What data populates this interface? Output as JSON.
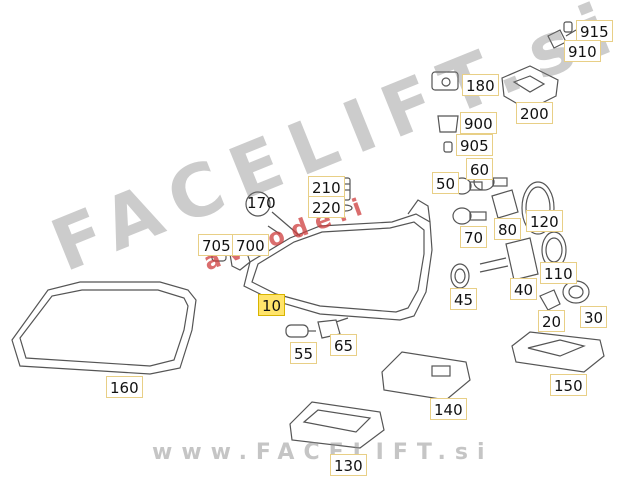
{
  "selected_part": "10",
  "callouts": [
    {
      "id": "915",
      "label": "915"
    },
    {
      "id": "910",
      "label": "910"
    },
    {
      "id": "180",
      "label": "180"
    },
    {
      "id": "200",
      "label": "200"
    },
    {
      "id": "900",
      "label": "900"
    },
    {
      "id": "905",
      "label": "905"
    },
    {
      "id": "60",
      "label": "60"
    },
    {
      "id": "50",
      "label": "50"
    },
    {
      "id": "210",
      "label": "210"
    },
    {
      "id": "220",
      "label": "220"
    },
    {
      "id": "170",
      "label": "170"
    },
    {
      "id": "80",
      "label": "80"
    },
    {
      "id": "120",
      "label": "120"
    },
    {
      "id": "70",
      "label": "70"
    },
    {
      "id": "705",
      "label": "705"
    },
    {
      "id": "700",
      "label": "700"
    },
    {
      "id": "110",
      "label": "110"
    },
    {
      "id": "40",
      "label": "40"
    },
    {
      "id": "45",
      "label": "45"
    },
    {
      "id": "10",
      "label": "10"
    },
    {
      "id": "20",
      "label": "20"
    },
    {
      "id": "30",
      "label": "30"
    },
    {
      "id": "55",
      "label": "55"
    },
    {
      "id": "65",
      "label": "65"
    },
    {
      "id": "150",
      "label": "150"
    },
    {
      "id": "160",
      "label": "160"
    },
    {
      "id": "140",
      "label": "140"
    },
    {
      "id": "130",
      "label": "130"
    }
  ],
  "watermarks": {
    "main": "FACELIFT.si",
    "secondary": "avrodeli",
    "footer": "www.FACELIFT.si"
  }
}
